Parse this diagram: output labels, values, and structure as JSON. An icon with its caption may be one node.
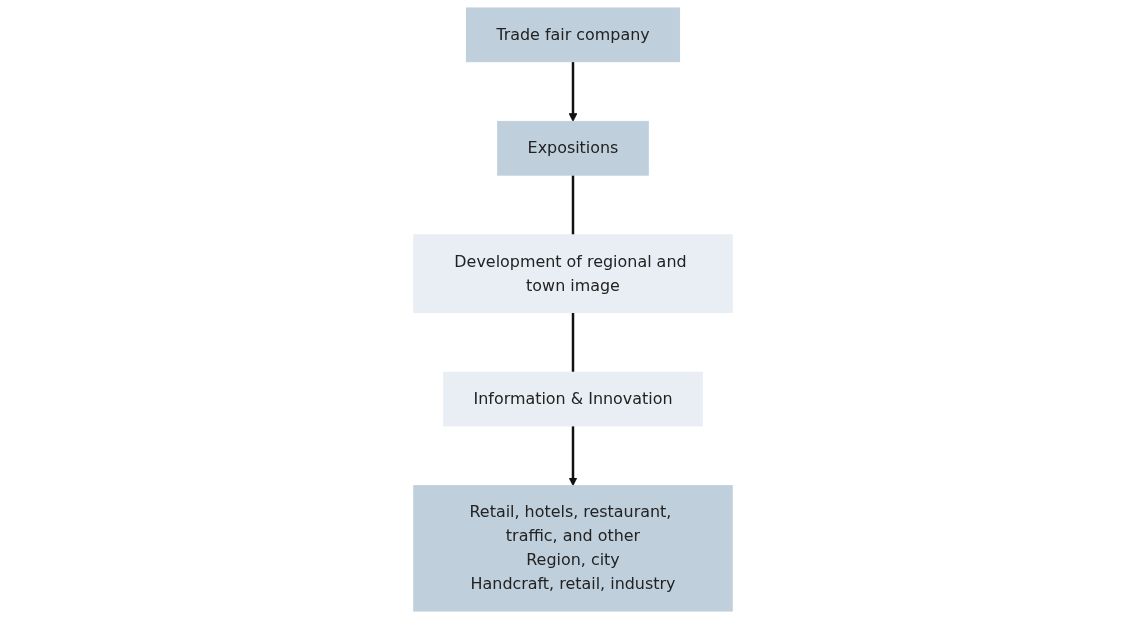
{
  "diagram": {
    "nodes": [
      {
        "text": [
          "Expositions"
        ]
      },
      {
        "text": [
          "Development of regional and town image"
        ]
      },
      {
        "text": [
          "Information & Innovation"
        ]
      },
      {
        "text": [
          "Trade fair company"
        ]
      },
      {
        "text": [
          "Retail, hotels, restaurant, traffic, and other",
          "Region, city",
          "Handcraft, retail, industry"
        ]
      }
    ],
    "edges": [
      {
        "from": 0,
        "to": 1,
        "arrow": "none"
      },
      {
        "from": 1,
        "to": 2,
        "arrow": "none"
      },
      {
        "from": 2,
        "to": 4,
        "arrow": "to"
      },
      {
        "from": 3,
        "to": 0,
        "arrow": "to"
      }
    ]
  }
}
